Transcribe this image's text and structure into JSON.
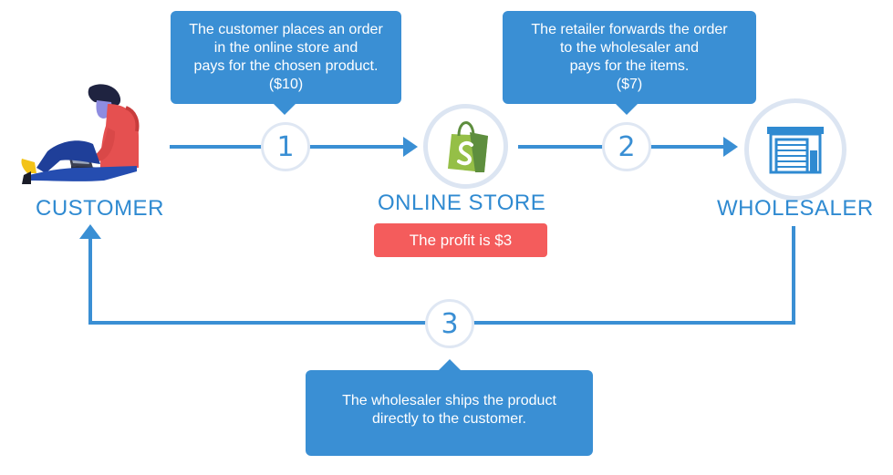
{
  "nodes": {
    "customer": {
      "label": "CUSTOMER"
    },
    "store": {
      "label": "ONLINE STORE"
    },
    "wholesaler": {
      "label": "WHOLESALER"
    }
  },
  "steps": [
    {
      "number": "1",
      "lines": [
        "The customer places an order",
        "in the online store and",
        "pays for the chosen product.",
        "($10)"
      ]
    },
    {
      "number": "2",
      "lines": [
        "The retailer forwards the order",
        "to the wholesaler and",
        "pays for the items.",
        "($7)"
      ]
    },
    {
      "number": "3",
      "lines": [
        "The wholesaler ships the product",
        "directly to the customer."
      ]
    }
  ],
  "profit": "The profit is $3",
  "colors": {
    "accent_blue": "#3a8fd4",
    "profit_red": "#f45c5c",
    "circle_border": "#dfe7f3",
    "shopify_green": "#95bf47"
  },
  "icons": {
    "customer": "person-with-laptop-icon",
    "store": "shopping-bag-icon",
    "wholesaler": "warehouse-icon"
  }
}
